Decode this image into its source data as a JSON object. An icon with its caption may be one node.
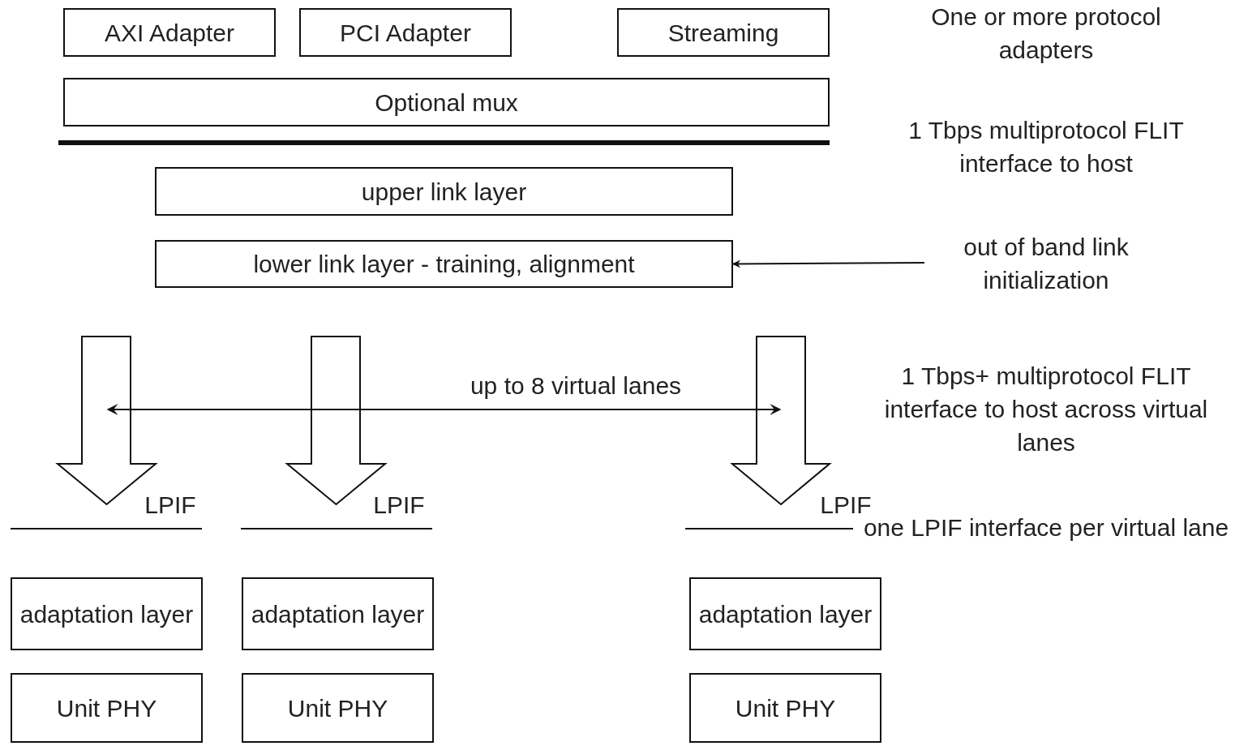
{
  "diagram": {
    "nodes": [
      {
        "text": [
          "AXI Adapter"
        ]
      },
      {
        "text": [
          "PCI Adapter"
        ]
      },
      {
        "text": [
          "Streaming"
        ]
      },
      {
        "text": [
          "Optional mux"
        ]
      },
      {
        "text": [
          "upper link layer"
        ]
      },
      {
        "text": [
          "lower link layer - training, alignment"
        ]
      },
      {
        "text": [
          "out of band link initialization"
        ]
      },
      {
        "text": [
          "adaptation layer"
        ]
      },
      {
        "text": [
          "adaptation layer"
        ]
      },
      {
        "text": [
          "adaptation layer"
        ]
      },
      {
        "text": [
          "Unit PHY"
        ]
      },
      {
        "text": [
          "Unit PHY"
        ]
      },
      {
        "text": [
          "Unit PHY"
        ]
      }
    ],
    "edges": [
      {
        "from": 6,
        "to": 5,
        "arrow": "to"
      }
    ],
    "labels": [
      "One or more protocol adapters",
      "1 Tbps multiprotocol FLIT interface to host",
      "1 Tbps+ multiprotocol FLIT interface to host across virtual lanes",
      "up to 8 virtual lanes",
      "LPIF",
      "LPIF",
      "LPIF",
      "one LPIF interface per virtual lane"
    ]
  }
}
